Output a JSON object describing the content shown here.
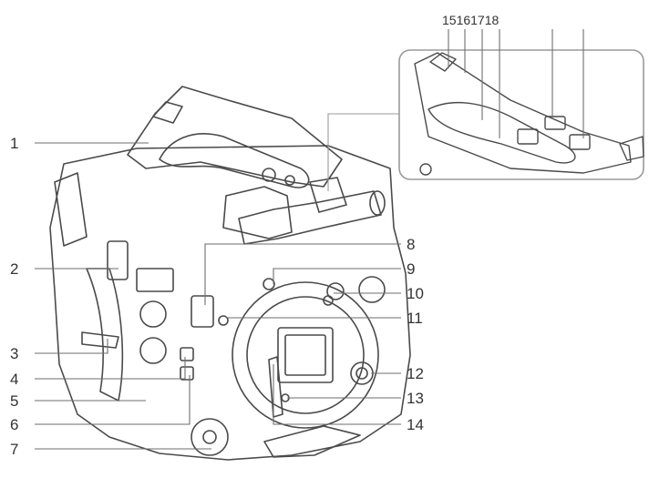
{
  "figure": {
    "subject": "camcorder-front-left-parts-diagram",
    "colors": {
      "outline": "#4a4a4a",
      "leader": "#6e6e6e",
      "text": "#333333",
      "inset_border": "#9a9a9a",
      "background": "#ffffff"
    },
    "callouts_left": [
      "1",
      "2",
      "3",
      "4",
      "5",
      "6",
      "7"
    ],
    "callouts_right": [
      "8",
      "9",
      "10",
      "11",
      "12",
      "13",
      "14"
    ],
    "callouts_top": "15161718"
  }
}
